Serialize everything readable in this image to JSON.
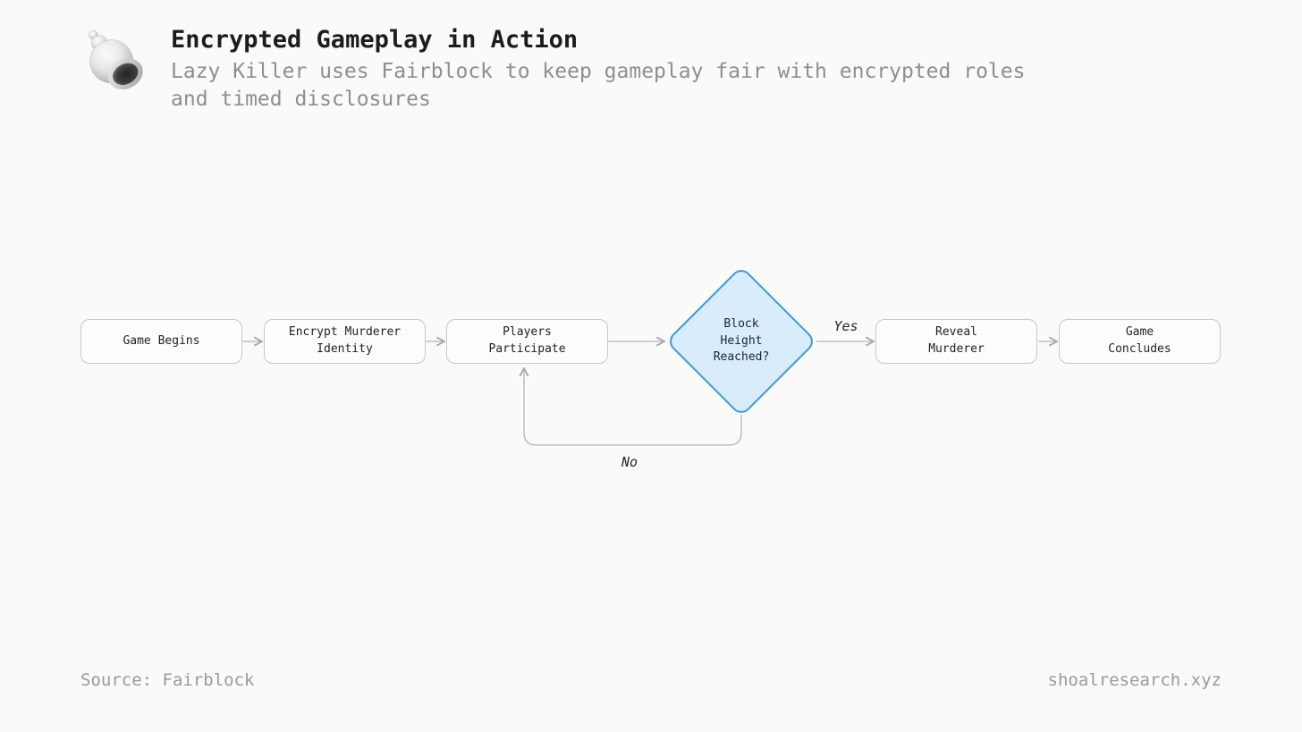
{
  "header": {
    "title": "Encrypted Gameplay in Action",
    "subtitle": "Lazy Killer uses Fairblock to keep gameplay fair with encrypted roles\nand timed disclosures"
  },
  "flowchart": {
    "nodes": [
      {
        "id": "game-begins",
        "type": "process",
        "label": "Game Begins"
      },
      {
        "id": "encrypt-murderer-identity",
        "type": "process",
        "label": "Encrypt Murderer\nIdentity"
      },
      {
        "id": "players-participate",
        "type": "process",
        "label": "Players\nParticipate"
      },
      {
        "id": "block-height-reached",
        "type": "decision",
        "label": "Block\nHeight\nReached?"
      },
      {
        "id": "reveal-murderer",
        "type": "process",
        "label": "Reveal\nMurderer"
      },
      {
        "id": "game-concludes",
        "type": "process",
        "label": "Game\nConcludes"
      }
    ],
    "edges": [
      {
        "from": "game-begins",
        "to": "encrypt-murderer-identity",
        "label": ""
      },
      {
        "from": "encrypt-murderer-identity",
        "to": "players-participate",
        "label": ""
      },
      {
        "from": "players-participate",
        "to": "block-height-reached",
        "label": ""
      },
      {
        "from": "block-height-reached",
        "to": "reveal-murderer",
        "label": "Yes"
      },
      {
        "from": "reveal-murderer",
        "to": "game-concludes",
        "label": ""
      },
      {
        "from": "block-height-reached",
        "to": "players-participate",
        "label": "No"
      }
    ],
    "colors": {
      "background": "#fafaf8",
      "node_fill": "#fdfdfc",
      "node_border": "#c8c8c8",
      "arrow": "#b0b0b0",
      "decision_fill": "#d8ecfb",
      "decision_border": "#3f97dd"
    }
  },
  "footer": {
    "source": "Source: Fairblock",
    "site": "shoalresearch.xyz"
  },
  "icons": {
    "logo": "seashell-icon"
  }
}
